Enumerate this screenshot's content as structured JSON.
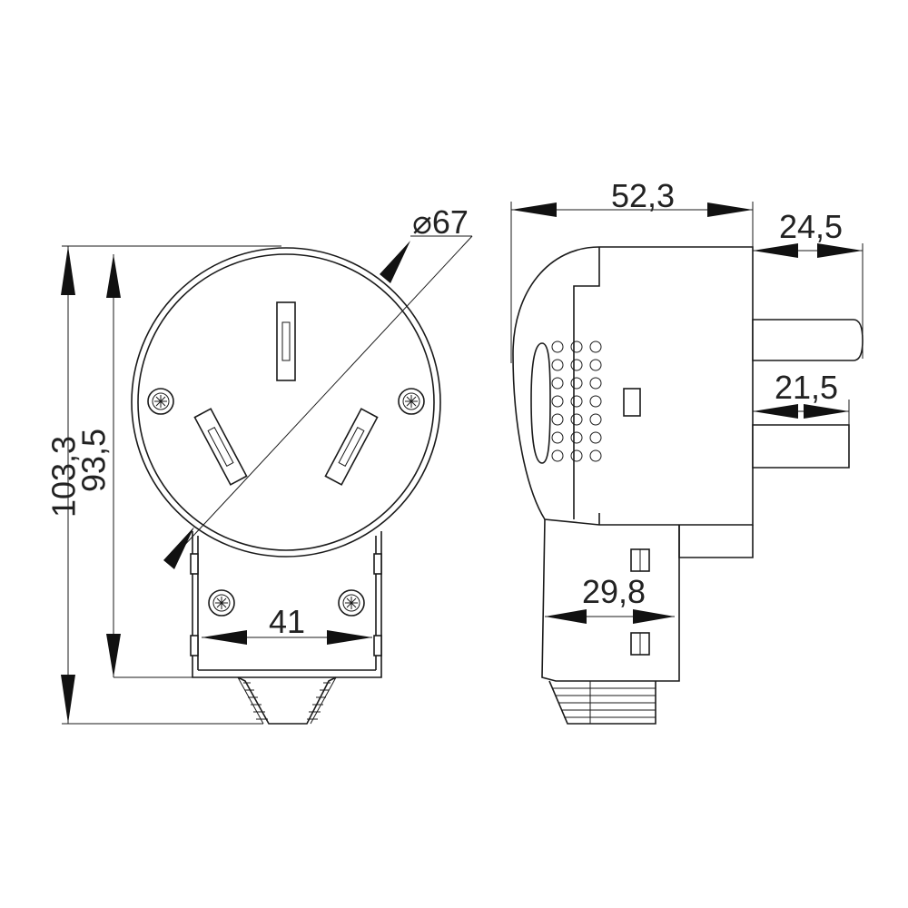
{
  "dimensions": {
    "overall_height": "103,3",
    "body_height": "93,5",
    "diameter": "⌀67",
    "base_width": "41",
    "depth": "52,3",
    "pin_length": "24,5",
    "pin_offset": "21,5",
    "cable_block": "29,8"
  },
  "colors": {
    "line": "#1a1a1a",
    "text": "#222222",
    "background": "#ffffff"
  }
}
